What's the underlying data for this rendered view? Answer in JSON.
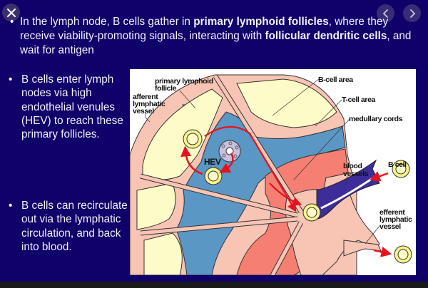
{
  "controls": {
    "close_icon": "close-icon",
    "prev_icon": "chevron-left-icon",
    "next_icon": "chevron-right-icon"
  },
  "slide": {
    "top_bullet": {
      "bullet": "•",
      "part1": "In the lymph node, B cells gather in ",
      "bold1": "primary lymphoid follicles",
      "part2": ", where they receive viability-promoting  signals, interacting with ",
      "bold2": "follicular dendritic cells",
      "part3": ", and wait for antigen"
    },
    "side_bullets": [
      {
        "bullet": "•",
        "text": "B cells enter lymph nodes via high endothelial venules (HEV) to reach these primary follicles."
      },
      {
        "bullet": "•",
        "text": "B cells can recirculate out via the lymphatic circulation, and back into blood."
      }
    ]
  },
  "diagram": {
    "labels": {
      "primary_follicle_1": "primary lymphoid",
      "primary_follicle_2": "follicle",
      "afferent_1": "afferent",
      "afferent_2": "lymphatic",
      "afferent_3": "vessel",
      "b_cell_area": "B-cell area",
      "t_cell_area": "T-cell area",
      "medullary_cords": "medullary cords",
      "blood_1": "blood",
      "blood_2": "vessels",
      "b_cell": "B cell",
      "efferent_1": "efferent",
      "efferent_2": "lymphatic",
      "efferent_3": "vessel",
      "hev": "HEV"
    },
    "colors": {
      "follicle": "#fdfbc8",
      "capsule": "#f8c4b4",
      "t_cell_area": "#5b97c4",
      "medulla": "#f47f72",
      "blood_vessel": "#3d2d9a",
      "arrow": "#e8121e",
      "cell": "#f8f48c",
      "hev": "#c8c0dc"
    }
  }
}
